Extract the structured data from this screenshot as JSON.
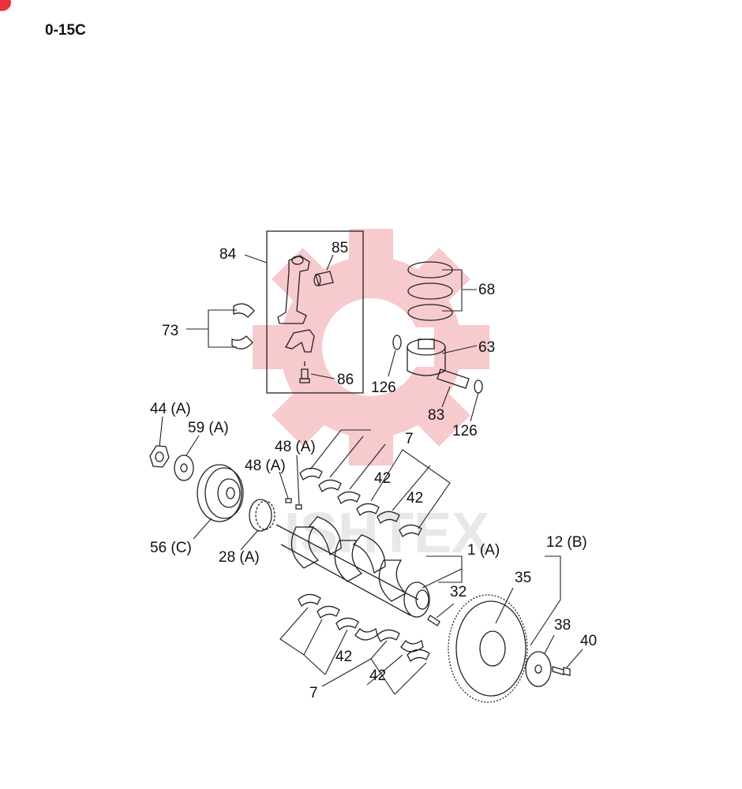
{
  "page_code": "0-15C",
  "watermark_text": "ISHTEX",
  "colors": {
    "watermark": "#f2a0a6",
    "ink": "#222222"
  },
  "labels": [
    {
      "id": "84",
      "text": "84"
    },
    {
      "id": "85",
      "text": "85"
    },
    {
      "id": "68",
      "text": "68"
    },
    {
      "id": "73",
      "text": "73"
    },
    {
      "id": "63",
      "text": "63"
    },
    {
      "id": "86",
      "text": "86"
    },
    {
      "id": "126a",
      "text": "126"
    },
    {
      "id": "83",
      "text": "83"
    },
    {
      "id": "126b",
      "text": "126"
    },
    {
      "id": "44",
      "text": "44 (A)"
    },
    {
      "id": "59",
      "text": "59 (A)"
    },
    {
      "id": "48a",
      "text": "48 (A)"
    },
    {
      "id": "48b",
      "text": "48 (A)"
    },
    {
      "id": "7a",
      "text": "7"
    },
    {
      "id": "42a",
      "text": "42"
    },
    {
      "id": "42b",
      "text": "42"
    },
    {
      "id": "56",
      "text": "56 (C)"
    },
    {
      "id": "28",
      "text": "28 (A)"
    },
    {
      "id": "1",
      "text": "1 (A)"
    },
    {
      "id": "12",
      "text": "12 (B)"
    },
    {
      "id": "35",
      "text": "35"
    },
    {
      "id": "32",
      "text": "32"
    },
    {
      "id": "38",
      "text": "38"
    },
    {
      "id": "40",
      "text": "40"
    },
    {
      "id": "42c",
      "text": "42"
    },
    {
      "id": "42d",
      "text": "42"
    },
    {
      "id": "7b",
      "text": "7"
    }
  ]
}
